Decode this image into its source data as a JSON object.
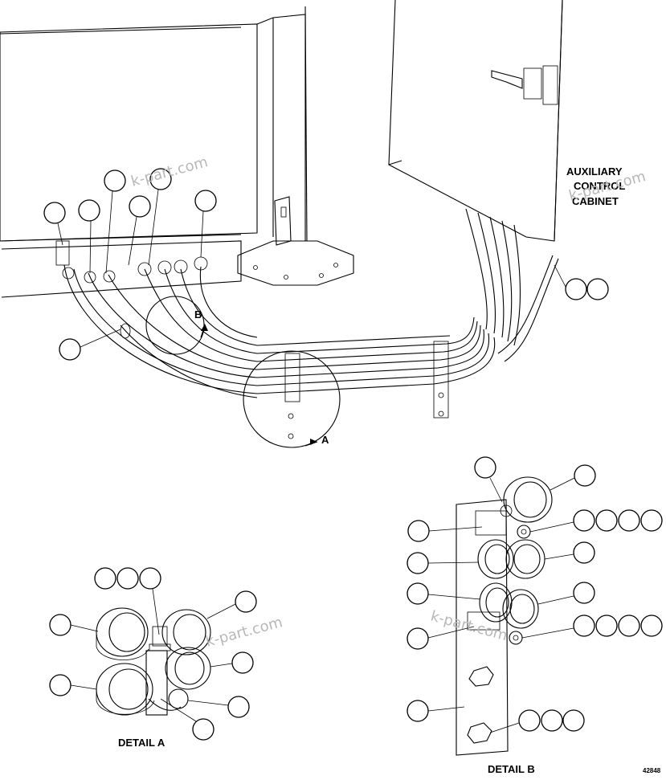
{
  "labels": {
    "cabinet_line1": "AUXILIARY",
    "cabinet_line2": "CONTROL",
    "cabinet_line3": "CABINET",
    "marker_a": "A",
    "marker_b": "B",
    "detail_a": "DETAIL A",
    "detail_b": "DETAIL B",
    "figure_number": "42848"
  },
  "watermark": "k-part.com"
}
